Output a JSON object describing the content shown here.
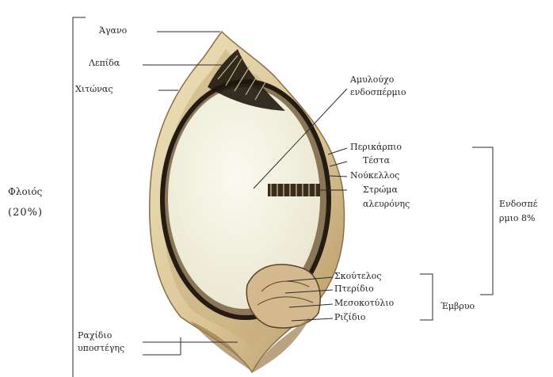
{
  "labels": {
    "agano": "Άγανο",
    "lepida": "Λεπίδα",
    "chitonas": "Χιτώνας",
    "amylodes_line1": "Αμυλούχο",
    "amylodes_line2": "ενδοσπέρμιο",
    "perikarpio": "Περικάρπιο",
    "testa": "Τέστα",
    "noukellos": "Νούκελλος",
    "strwma_line1": "Στρώμα",
    "strwma_line2": "αλευρόνης",
    "endosperm_line1": "Ενδοσπέ",
    "endosperm_line2": "ρμιο 8%",
    "floios": "Φλοιός",
    "floios_pct": "(20%)",
    "skoutelos": "Σκούτελος",
    "pteridio": "Πτερίδιο",
    "mesokotylio": "Μεσοκοτύλιο",
    "rizidio": "Ριζίδιο",
    "embryo": "Έμβρυο",
    "rachidio_line1": "Ραχίδιο",
    "rachidio_line2": "υποστέγης"
  },
  "colors": {
    "husk_outer": "#e7d8b0",
    "husk_mid": "#b89966",
    "dark_layer": "#241b12",
    "endosperm": "#f3f1df",
    "line": "#2a2a2a"
  }
}
